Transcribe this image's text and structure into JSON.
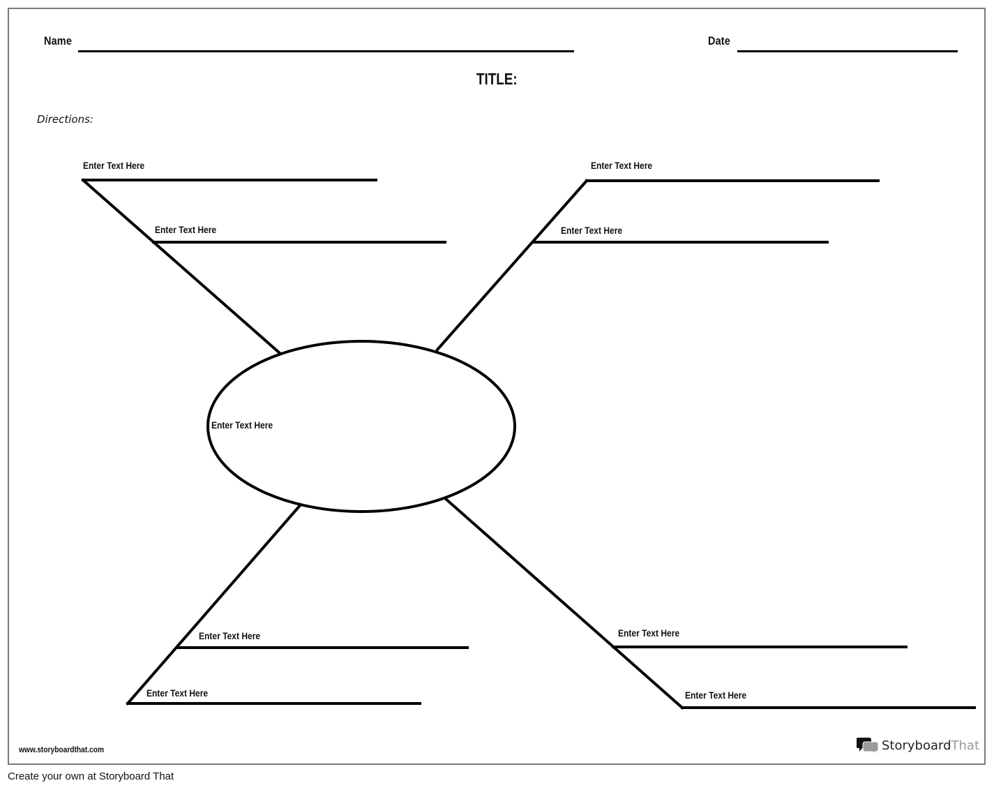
{
  "worksheet": {
    "name_label": "Name",
    "date_label": "Date",
    "title_label": "TITLE:",
    "directions_label": "Directions:",
    "center_node": {
      "text": "Enter Text Here"
    },
    "branches": [
      {
        "position": "top-left",
        "entries": [
          "Enter Text Here",
          "Enter Text Here"
        ]
      },
      {
        "position": "top-right",
        "entries": [
          "Enter Text Here",
          "Enter Text Here"
        ]
      },
      {
        "position": "bottom-left",
        "entries": [
          "Enter Text Here",
          "Enter Text Here"
        ]
      },
      {
        "position": "bottom-right",
        "entries": [
          "Enter Text Here",
          "Enter Text Here"
        ]
      }
    ],
    "footer_url": "www.storyboardthat.com",
    "brand": {
      "part1": "Storyboard",
      "part2": "That",
      "icon": "speech-bubbles-icon"
    }
  },
  "page_footer": {
    "link_text": "Create your own at Storyboard That"
  },
  "colors": {
    "ink": "#000000",
    "frame": "#7a7a7a",
    "brand_gray": "#9a9a9a"
  }
}
